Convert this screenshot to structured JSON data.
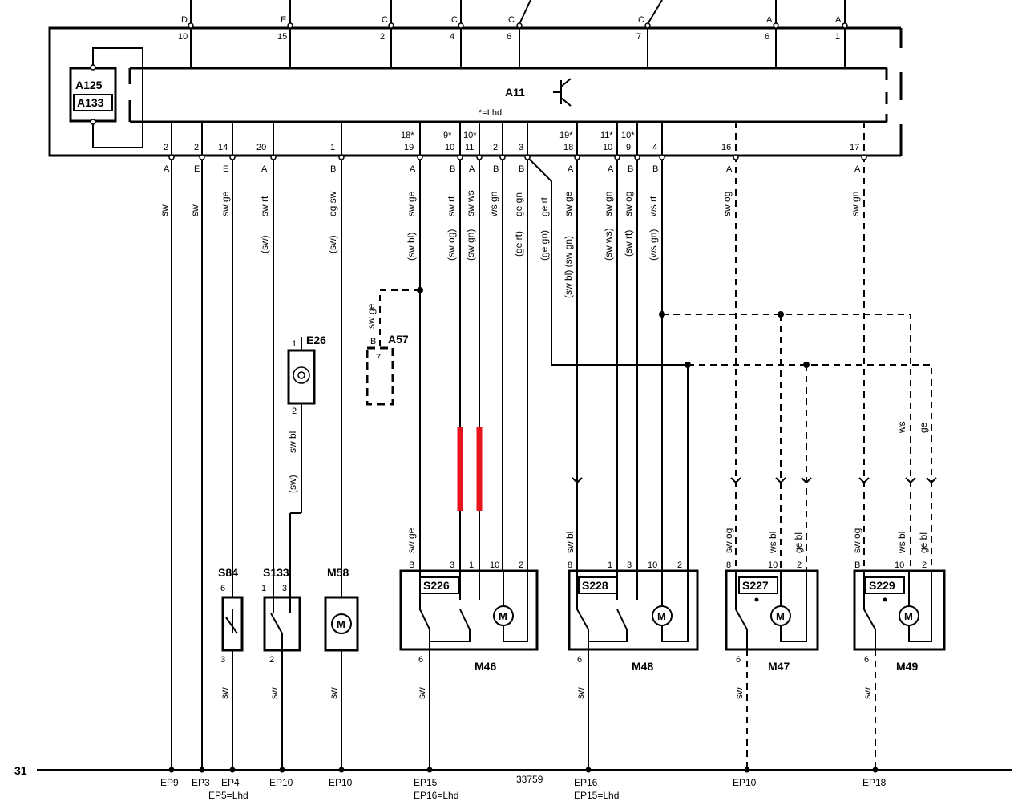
{
  "ground_label": "31",
  "drawing_number": "33759",
  "modules": {
    "a11": "A11",
    "a125": "A125",
    "a133": "A133",
    "lhd_note": "*=Lhd",
    "e26": "E26",
    "a57": "A57",
    "a57_pin_b": "B",
    "a57_pin_7": "7"
  },
  "top_pins": [
    {
      "letter": "D",
      "num": "10"
    },
    {
      "letter": "E",
      "num": "15"
    },
    {
      "letter": "C",
      "num": "2"
    },
    {
      "letter": "C",
      "num": "4"
    },
    {
      "letter": "C",
      "num": "6"
    },
    {
      "letter": "C",
      "num": "7"
    },
    {
      "letter": "A",
      "num": "6"
    },
    {
      "letter": "A",
      "num": "1"
    }
  ],
  "bottom_pins": [
    {
      "num": "2",
      "letter": "A",
      "alt": "",
      "wire": "sw",
      "wire2": ""
    },
    {
      "num": "2",
      "letter": "E",
      "alt": "",
      "wire": "sw",
      "wire2": ""
    },
    {
      "num": "14",
      "letter": "E",
      "alt": "",
      "wire": "sw ge",
      "wire2": ""
    },
    {
      "num": "20",
      "letter": "A",
      "alt": "",
      "wire": "sw rt",
      "wire2": "(sw)"
    },
    {
      "num": "1",
      "letter": "B",
      "alt": "",
      "wire": "og sw",
      "wire2": "(sw)"
    },
    {
      "num": "19",
      "letter": "A",
      "alt": "18*",
      "wire": "sw ge",
      "wire2": "(sw bl)"
    },
    {
      "num": "10",
      "letter": "B",
      "alt": "9*",
      "wire": "sw rt",
      "wire2": "(sw og)"
    },
    {
      "num": "11",
      "letter": "A",
      "alt": "10*",
      "wire": "sw ws",
      "wire2": "(sw gn)"
    },
    {
      "num": "2",
      "letter": "B",
      "alt": "",
      "wire": "ws gn",
      "wire2": ""
    },
    {
      "num": "3",
      "letter": "B",
      "alt": "",
      "wire": "ge gn",
      "wire2": "(ge rt)"
    },
    {
      "num": "",
      "letter": "",
      "alt": "",
      "wire": "ge rt",
      "wire2": "(ge gn)"
    },
    {
      "num": "18",
      "letter": "A",
      "alt": "19*",
      "wire": "sw ge",
      "wire2": "(sw bl) (sw gn)"
    },
    {
      "num": "10",
      "letter": "A",
      "alt": "11*",
      "wire": "sw gn",
      "wire2": "(sw ws)"
    },
    {
      "num": "9",
      "letter": "B",
      "alt": "10*",
      "wire": "sw og",
      "wire2": "(sw rt)"
    },
    {
      "num": "4",
      "letter": "B",
      "alt": "",
      "wire": "ws rt",
      "wire2": "(ws gn)"
    },
    {
      "num": "16",
      "letter": "A",
      "alt": "",
      "wire": "sw og",
      "wire2": ""
    },
    {
      "num": "17",
      "letter": "A",
      "alt": "",
      "wire": "sw gn",
      "wire2": ""
    }
  ],
  "e26_pins": {
    "p1": "1",
    "p2": "2"
  },
  "e26_wires": {
    "w1": "sw bl",
    "w2": "(sw)"
  },
  "components": {
    "s84": {
      "name": "S84",
      "pin_top": "6",
      "pin_bot": "3"
    },
    "s133": {
      "name": "S133",
      "pin_a": "1",
      "pin_b": "3",
      "pin_bot": "2"
    },
    "m58": {
      "name": "M58",
      "motor": "M"
    },
    "m46": {
      "switch": "S226",
      "motor_name": "M46",
      "pins": [
        "B",
        "3",
        "1",
        "10",
        "2"
      ],
      "bot": "6",
      "top_wire": "sw ge",
      "motor": "M"
    },
    "m48": {
      "switch": "S228",
      "motor_name": "M48",
      "pins": [
        "8",
        "1",
        "3",
        "10",
        "2"
      ],
      "bot": "6",
      "top_wire": "sw bl",
      "motor": "M"
    },
    "m47": {
      "switch": "S227",
      "motor_name": "M47",
      "pins": [
        "8",
        "10",
        "2"
      ],
      "bot": "6",
      "wires": [
        "sw og",
        "ws bl",
        "ge bl"
      ],
      "motor": "M"
    },
    "m49": {
      "switch": "S229",
      "motor_name": "M49",
      "pins": [
        "B",
        "10",
        "2"
      ],
      "bot": "6",
      "wires": [
        "sw og",
        "ws bl",
        "ge bl"
      ],
      "motor": "M"
    }
  },
  "m49_upper_wires": [
    "ws",
    "ge"
  ],
  "ground_wire": "sw",
  "ground_points": [
    {
      "label": "EP9",
      "sub": ""
    },
    {
      "label": "EP3",
      "sub": ""
    },
    {
      "label": "EP4",
      "sub": "EP5=Lhd"
    },
    {
      "label": "EP10",
      "sub": ""
    },
    {
      "label": "EP10",
      "sub": ""
    },
    {
      "label": "EP15",
      "sub": "EP16=Lhd"
    },
    {
      "label": "EP16",
      "sub": "EP15=Lhd"
    },
    {
      "label": "EP10",
      "sub": ""
    },
    {
      "label": "EP18",
      "sub": ""
    }
  ],
  "colors": {
    "ink": "#000000",
    "highlight": "#e8141b",
    "paper": "#ffffff"
  }
}
